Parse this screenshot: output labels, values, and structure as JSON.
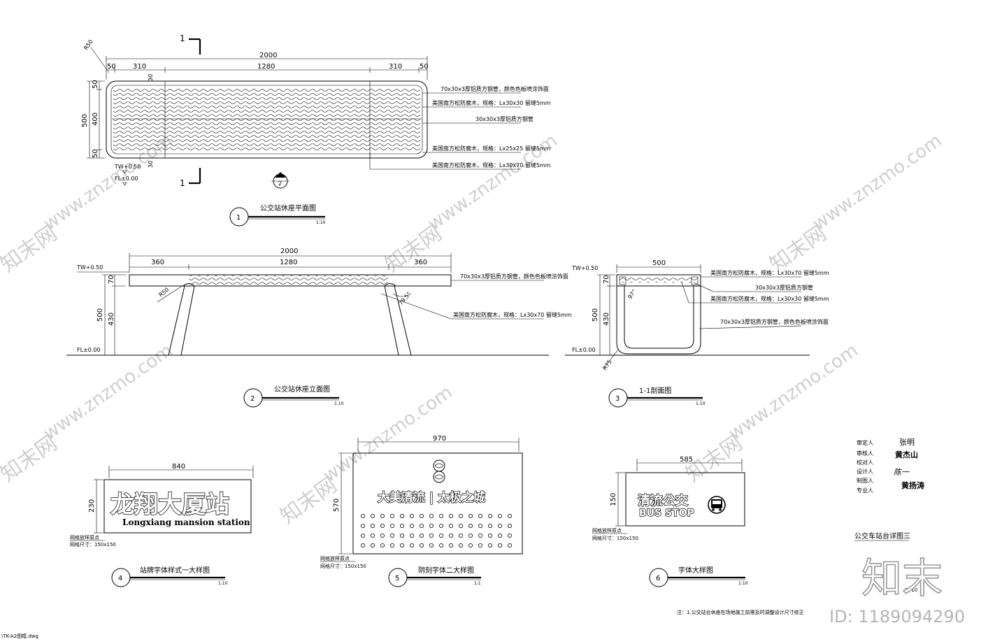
{
  "watermark": {
    "site": "www.znzmo.com",
    "brand": "知末网",
    "logo": "知末",
    "id_label": "ID: 1189094290"
  },
  "file_path": "\\TK-A2图框.dwg",
  "section_marker": "1",
  "bench_plan": {
    "dims_top": {
      "total": "2000",
      "seg1": "310",
      "seg2": "1280",
      "seg3": "310",
      "end_l": "50",
      "end_r": "50",
      "radius": "R50"
    },
    "dims_left": {
      "total": "500",
      "top": "50",
      "mid": "400",
      "bottom": "50",
      "inner_top": "30",
      "inner_bottom": "30"
    },
    "levels": {
      "tw": "TW+0.50",
      "fl": "FL±0.00"
    },
    "callouts": [
      "70x30x3厚铝质方钢管，颜色色板喷涂饰面",
      "美国南方松防腐木，规格：Lx30x30  留缝5mm",
      "30x30x3厚铝质方钢管",
      "美国南方松防腐木，规格：Lx25x25  留缝5mm",
      "美国南方松防腐木，规格：Lx30x70  留缝5mm"
    ],
    "section_tag": "2",
    "title_no": "1",
    "title": "公交站休座平面图",
    "scale": "1:10"
  },
  "bench_elev": {
    "dims": {
      "total": "2000",
      "seg1": "360",
      "seg2": "1280",
      "seg3": "360",
      "top": "70",
      "h_total": "500",
      "h_leg": "430",
      "radius": "R50",
      "angle": "79.5°"
    },
    "levels": {
      "tw": "TW+0.50",
      "fl": "FL±0.00"
    },
    "callouts": [
      "70x30x3厚铝质方钢管，颜色色板喷涂饰面",
      "美国南方松防腐木，规格：Lx30x70  留缝5mm"
    ],
    "title_no": "2",
    "title": "公交站休座立面图",
    "scale": "1:10"
  },
  "section_11": {
    "dims": {
      "width": "500",
      "top": "70",
      "h_total": "500",
      "h_leg": "430",
      "angle": "97°",
      "radius": "R75"
    },
    "levels": {
      "tw": "TW+0.50",
      "fl": "FL±0.00"
    },
    "callouts": [
      "美国南方松防腐木，规格：Lx30x70  留缝5mm",
      "30x30x3厚铝质方钢管",
      "美国南方松防腐木，规格：Lx30x30  留缝5mm",
      "70x30x3厚铝质方钢管，颜色色板喷涂饰面"
    ],
    "title_no": "3",
    "title": "1-1剖面图",
    "scale": "1:10"
  },
  "sign_4": {
    "width": "840",
    "height": "230",
    "zh": "龙翔大厦站",
    "en": "Longxiang mansion station",
    "note1": "网格放样原点",
    "note2": "网格尺寸：150x150",
    "title_no": "4",
    "title": "站牌字体样式一大样图",
    "scale": "1:10"
  },
  "sign_5": {
    "width": "970",
    "height": "570",
    "text": "大美清流 | 太极之城",
    "note1": "网格放样原点",
    "note2": "网格尺寸：150x150",
    "title_no": "5",
    "title": "阴刻字体二大样图",
    "scale": "1:1"
  },
  "sign_6": {
    "width": "585",
    "height": "150",
    "zh": "清流公交",
    "en": "BUS STOP",
    "note1": "网格放样原点",
    "note2": "网格尺寸：150x150",
    "title_no": "6",
    "title": "字体大样图",
    "scale": "1:10"
  },
  "signoff": {
    "labels": [
      "审定人",
      "审核人",
      "校对人",
      "设计人",
      "制图人",
      "专业人"
    ],
    "signatures": [
      "张明",
      "黄杰山",
      "陈一",
      "",
      "黄扬涛",
      ""
    ]
  },
  "sheet_title": "公交车站台详图三",
  "sheet_code": "ZJ-10",
  "footnote": "注：1.公交站台休座在场地施工前需及时调整设计尺寸修正"
}
